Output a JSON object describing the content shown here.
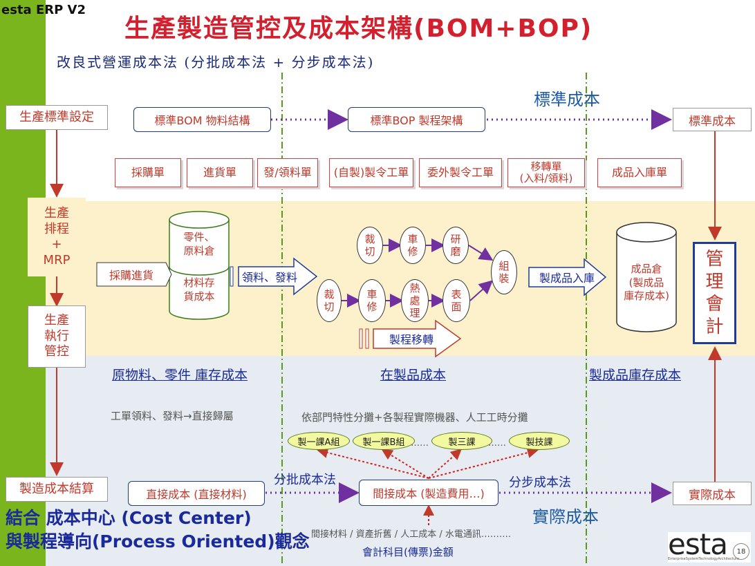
{
  "brand": "esta ERP V2",
  "title": "生產製造管控及成本架構(BOM+BOP)",
  "subtitle": "改良式營運成本法 (分批成本法 + 分步成本法)",
  "standard_cost_heading": "標準成本",
  "actual_cost_heading": "實際成本",
  "left_column": {
    "standard_setting": "生產標準設定",
    "scheduling": "生產\n排程\n+\nMRP",
    "execution": "生產\n執行\n管控",
    "cost_settlement": "製造成本結算"
  },
  "top_row": {
    "bom": "標準BOM 物料結構",
    "bop": "標準BOP 製程架構",
    "standard_cost": "標準成本"
  },
  "documents": [
    "採購單",
    "進貨單",
    "發/領料單",
    "(自製)製令工單",
    "委外製令工單",
    "移轉單\n(入料/領料)",
    "成品入庫單"
  ],
  "flow": {
    "purchase_in": "採購進貨",
    "parts_warehouse": "零件、\n原料倉",
    "material_cost": "材料存\n貨成本",
    "issue_material": "領料、發料",
    "process_transfer": "製程移轉",
    "fg_in": "製成品入庫",
    "fg_warehouse": "成品倉\n(製成品\n庫存成本)",
    "mgmt_accounting": "管\n理\n會\n計"
  },
  "process_nodes": {
    "top": [
      "裁\n切",
      "車\n修",
      "研\n磨"
    ],
    "bottom": [
      "裁\n切",
      "車\n修",
      "熱\n處\n理",
      "表\n面"
    ],
    "assemble": "組\n裝"
  },
  "section_labels": {
    "raw": "原物料、零件 庫存成本",
    "wip": "在製品成本",
    "fg": "製成品庫存成本"
  },
  "notes": {
    "direct": "工單領料、發料→直接歸屬",
    "allocation": "依部門特性分攤+各製程實際機器、人工工時分攤"
  },
  "departments": [
    "製一課A組",
    "製一課B組",
    "製三課",
    "製技課"
  ],
  "ellipsis": "……",
  "bottom_row": {
    "direct_cost": "直接成本 (直接材料)",
    "indirect_cost": "間接成本 (製造費用…)",
    "actual_cost": "實際成本",
    "batch_method": "分批成本法",
    "process_method": "分步成本法"
  },
  "indirect_items": "間接材料 / 資產折舊 / 人工成本 / 水電通訊……….",
  "account_source": "會計科目(傳票)金額",
  "footer": {
    "line1": "結合 成本中心 (Cost Center)",
    "line2": "與製程導向(Process Oriented)觀念"
  },
  "logo": "esta",
  "logo_tagline": "EnterpriseSystemTechnologyArchitecture",
  "page_number": "18",
  "colors": {
    "red_text": "#c0392b",
    "navy": "#1f3b7a",
    "green_bar": "#7ab51d",
    "purple_arrow": "#7030a0"
  }
}
